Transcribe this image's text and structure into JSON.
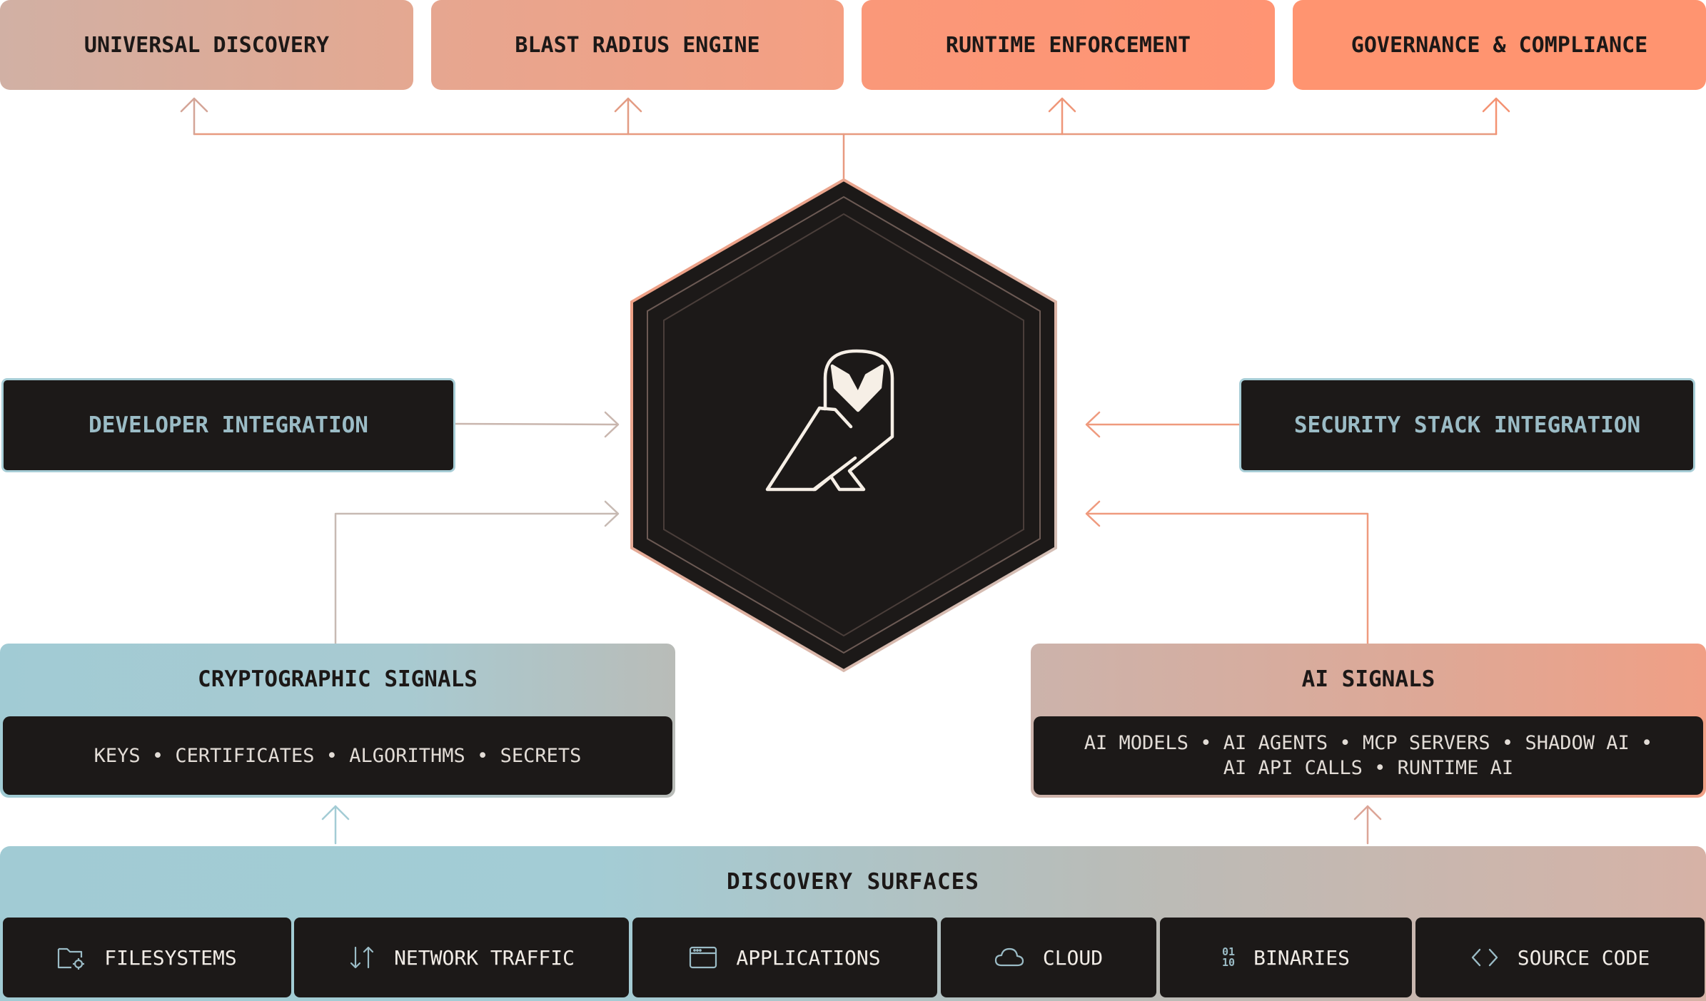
{
  "capabilities": [
    {
      "label": "UNIVERSAL DISCOVERY"
    },
    {
      "label": "BLAST RADIUS ENGINE"
    },
    {
      "label": "RUNTIME ENFORCEMENT"
    },
    {
      "label": "GOVERNANCE & COMPLIANCE"
    }
  ],
  "integrations": {
    "developer": "DEVELOPER INTEGRATION",
    "security_stack": "SECURITY STACK INTEGRATION"
  },
  "center": {
    "icon": "owl-icon"
  },
  "crypto_signals": {
    "title": "CRYPTOGRAPHIC SIGNALS",
    "items": "KEYS • CERTIFICATES • ALGORITHMS • SECRETS"
  },
  "ai_signals": {
    "title": "AI SIGNALS",
    "line1": "AI MODELS • AI AGENTS • MCP SERVERS • SHADOW AI •",
    "line2": "AI API CALLS • RUNTIME AI"
  },
  "discovery": {
    "title": "DISCOVERY SURFACES",
    "surfaces": [
      {
        "label": "FILESYSTEMS",
        "icon": "folder-gear-icon"
      },
      {
        "label": "NETWORK TRAFFIC",
        "icon": "arrows-up-down-icon"
      },
      {
        "label": "APPLICATIONS",
        "icon": "app-window-icon"
      },
      {
        "label": "CLOUD",
        "icon": "cloud-icon"
      },
      {
        "label": "BINARIES",
        "icon": "binary-icon"
      },
      {
        "label": "SOURCE CODE",
        "icon": "code-brackets-icon"
      }
    ]
  },
  "colors": {
    "dark": "#1c1918",
    "teal": "#a3ccd5",
    "salmon": "#ff9470",
    "blush": "#d6b2a6"
  }
}
